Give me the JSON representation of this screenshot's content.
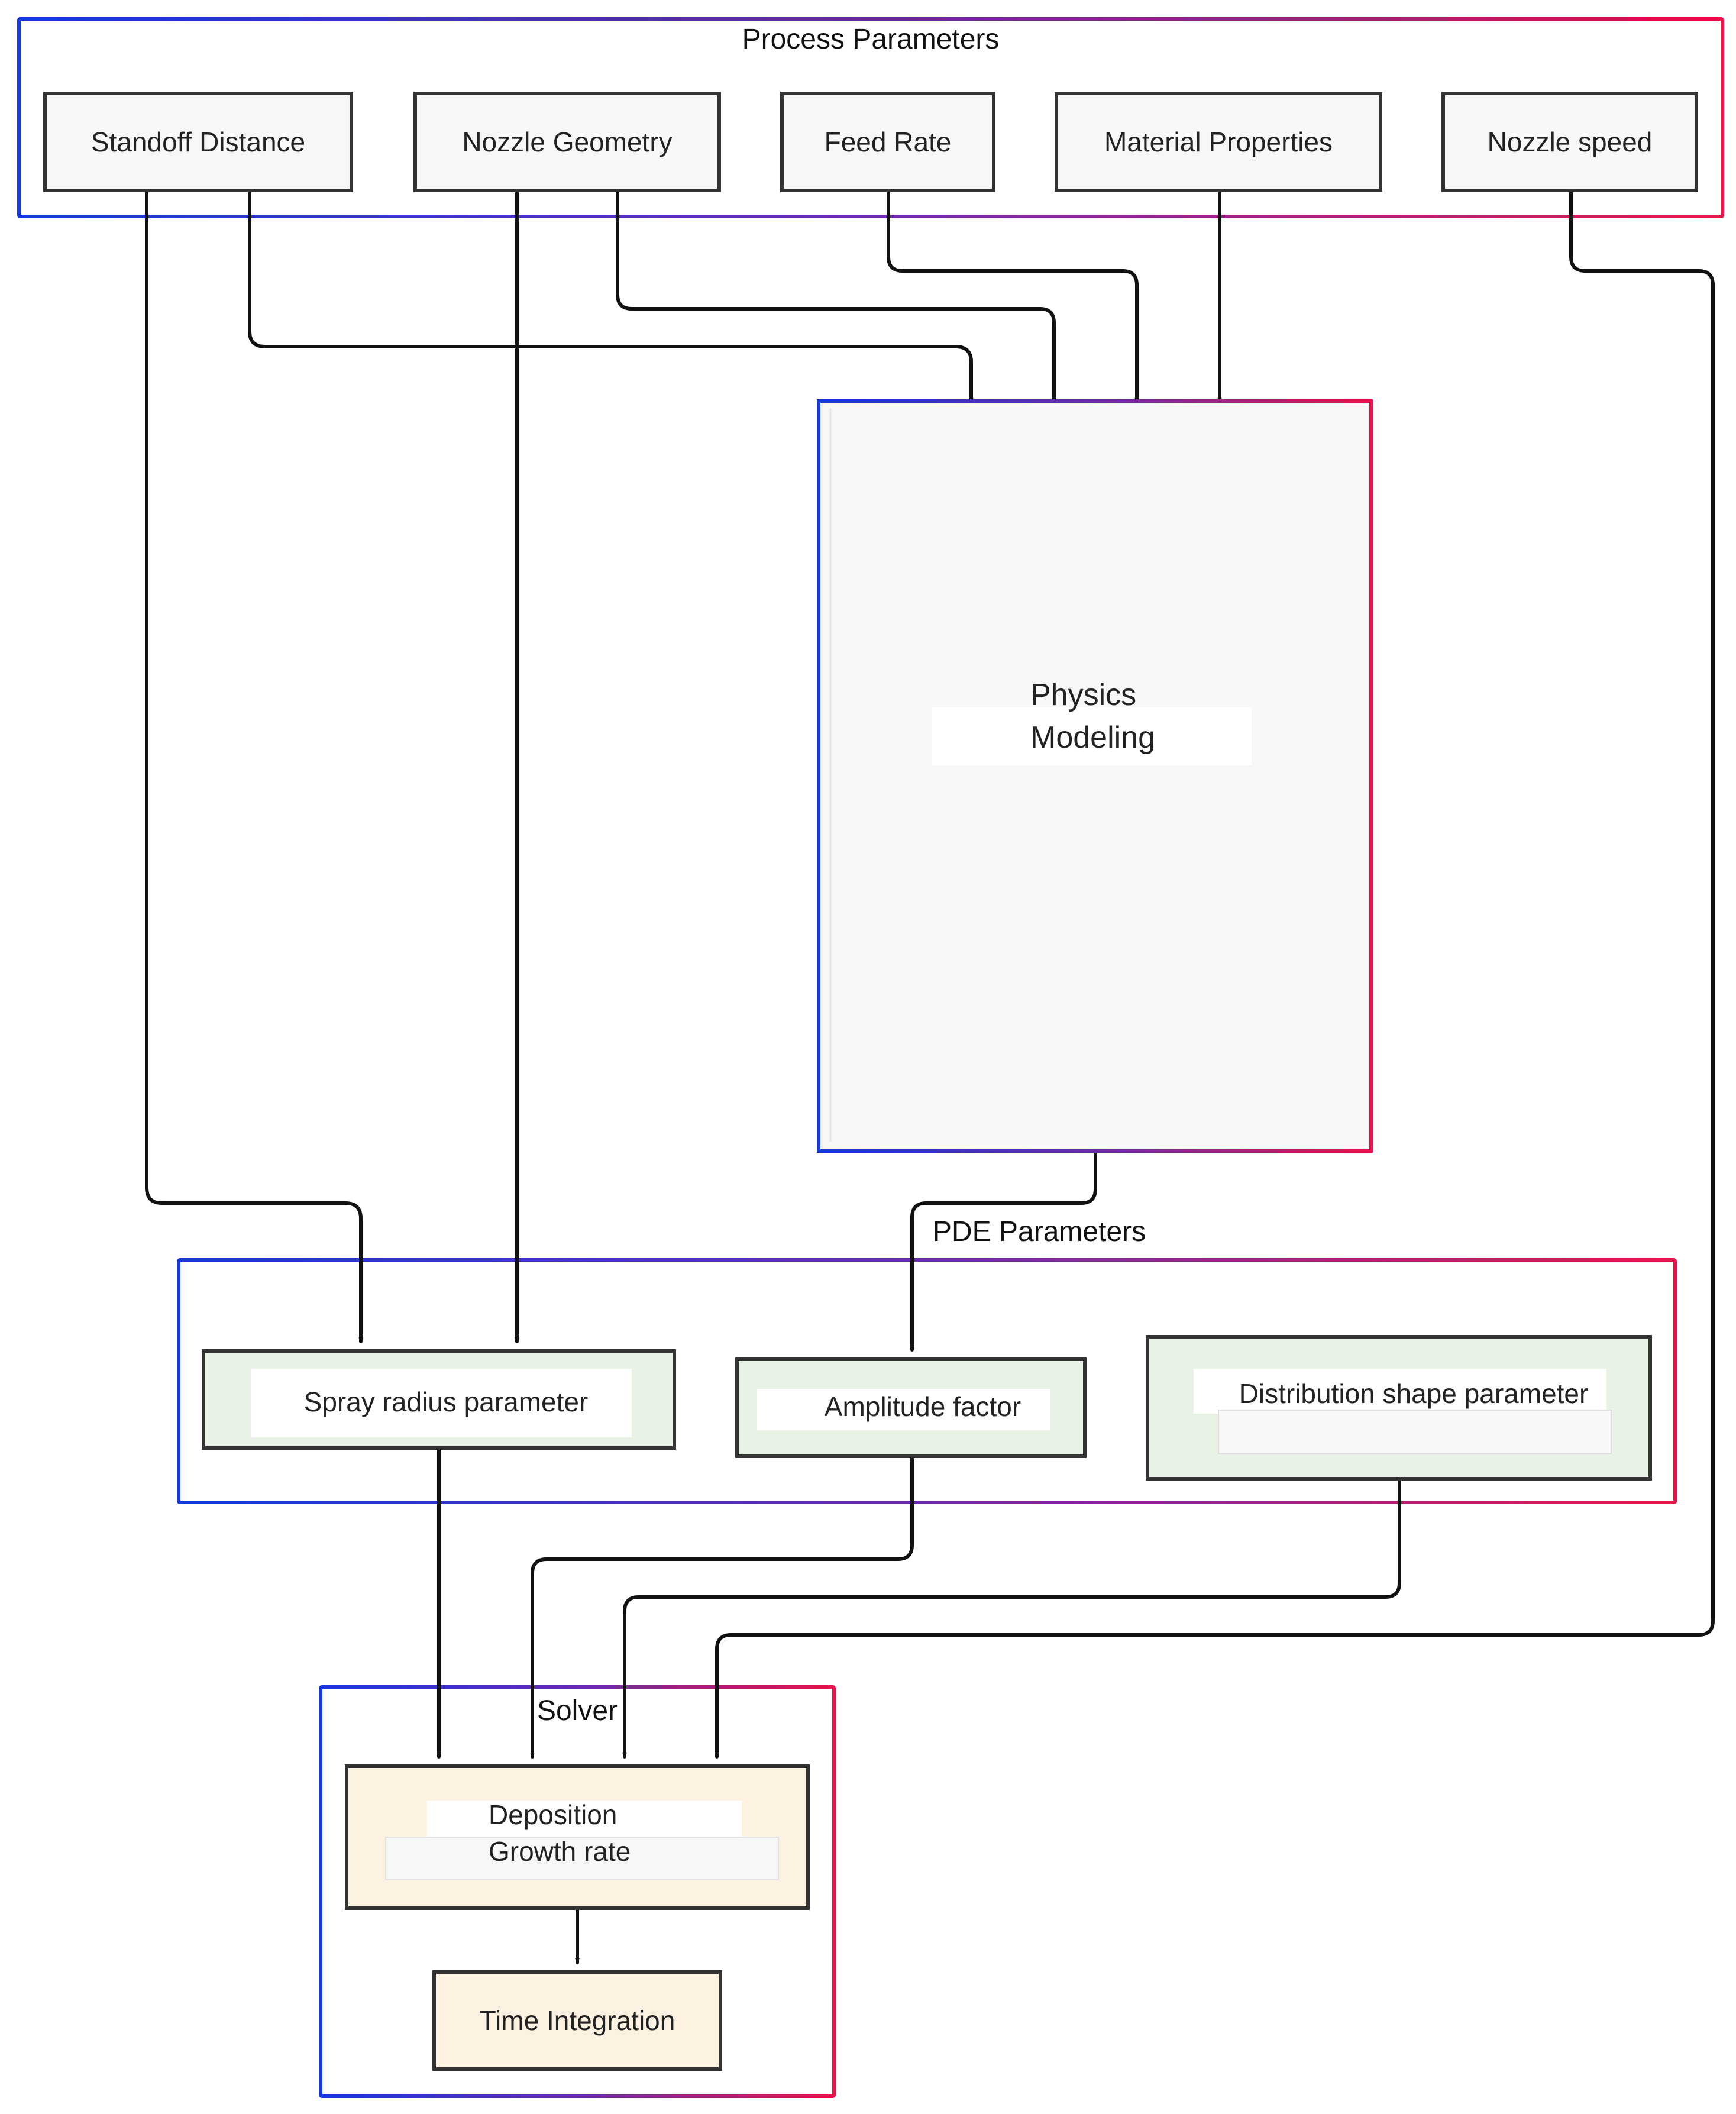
{
  "colors": {
    "group_border_start": "#1438e0",
    "group_border_end": "#e8144a",
    "param_fill": "#f7f7f7",
    "pde_fill": "#e8f3e6",
    "solver_fill": "#fdf1e1",
    "node_stroke": "#333333",
    "edge": "#111111"
  },
  "groups": {
    "process": {
      "title": "Process Parameters"
    },
    "pde": {
      "title": "PDE Parameters"
    },
    "solver": {
      "title": "Solver"
    }
  },
  "nodes": {
    "standoff": {
      "label": "Standoff Distance"
    },
    "nozzle_geometry": {
      "label": "Nozzle Geometry"
    },
    "feed_rate": {
      "label": "Feed Rate"
    },
    "material": {
      "label": "Material Properties"
    },
    "nozzle_speed": {
      "label": "Nozzle speed"
    },
    "physics": {
      "line1": "Physics",
      "line2": "Modeling"
    },
    "spray_radius": {
      "label": "Spray radius parameter"
    },
    "amplitude": {
      "label": "Amplitude factor"
    },
    "distribution": {
      "label": "Distribution shape parameter"
    },
    "deposition": {
      "line1": "Deposition",
      "line2": "Growth rate"
    },
    "time_integration": {
      "label": "Time Integration"
    }
  }
}
